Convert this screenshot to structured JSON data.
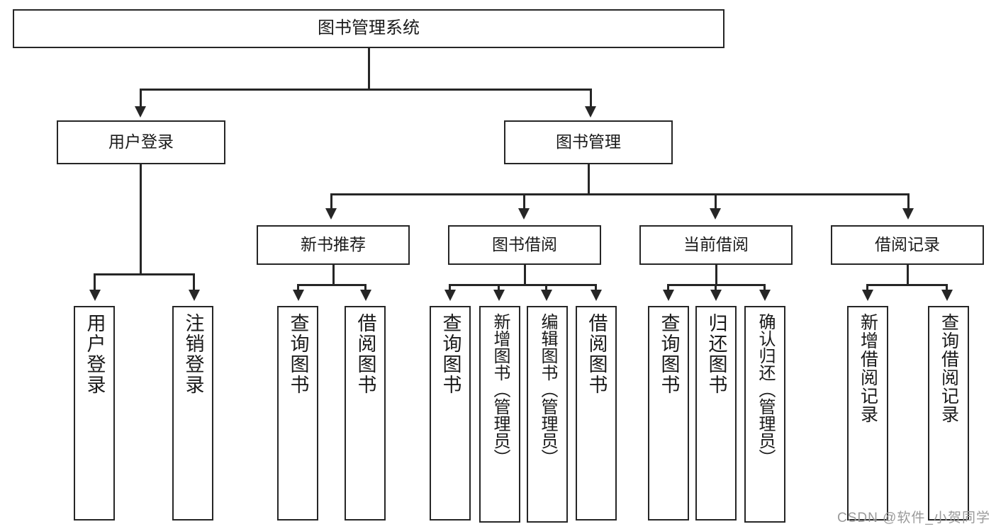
{
  "diagram": {
    "type": "tree",
    "title": "图书管理系统",
    "watermark": "CSDN @软件_小贺同学",
    "root": {
      "label": "图书管理系统"
    },
    "level2": [
      {
        "label": "用户登录"
      },
      {
        "label": "图书管理"
      }
    ],
    "level3": [
      {
        "label": "新书推荐"
      },
      {
        "label": "图书借阅"
      },
      {
        "label": "当前借阅"
      },
      {
        "label": "借阅记录"
      }
    ],
    "leaves": {
      "user_login": [
        {
          "label": "用户登录"
        },
        {
          "label": "注销登录"
        }
      ],
      "new_book": [
        {
          "label": "查询图书"
        },
        {
          "label": "借阅图书"
        }
      ],
      "book_borrow": [
        {
          "label": "查询图书"
        },
        {
          "label": "新增图书（管理员）"
        },
        {
          "label": "编辑图书（管理员）"
        },
        {
          "label": "借阅图书"
        }
      ],
      "current_borrow": [
        {
          "label": "查询图书"
        },
        {
          "label": "归还图书"
        },
        {
          "label": "确认归还（管理员）"
        }
      ],
      "borrow_record": [
        {
          "label": "新增借阅记录"
        },
        {
          "label": "查询借阅记录"
        }
      ]
    },
    "colors": {
      "stroke": "#262626",
      "fill": "#ffffff",
      "text": "#1a1a1a",
      "watermark": "#9a9a9a"
    }
  }
}
